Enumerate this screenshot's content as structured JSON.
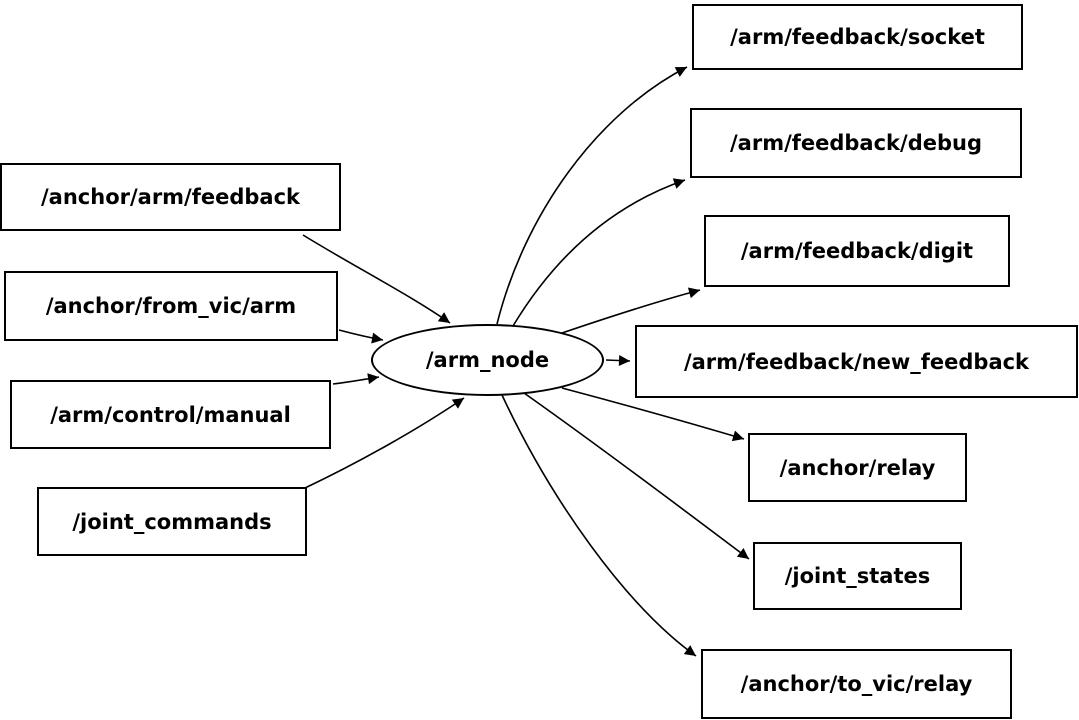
{
  "graph": {
    "center_node": {
      "label": "/arm_node",
      "shape": "ellipse"
    },
    "inputs": [
      {
        "label": "/anchor/arm/feedback"
      },
      {
        "label": "/anchor/from_vic/arm"
      },
      {
        "label": "/arm/control/manual"
      },
      {
        "label": "/joint_commands"
      }
    ],
    "outputs": [
      {
        "label": "/arm/feedback/socket"
      },
      {
        "label": "/arm/feedback/debug"
      },
      {
        "label": "/arm/feedback/digit"
      },
      {
        "label": "/arm/feedback/new_feedback"
      },
      {
        "label": "/anchor/relay"
      },
      {
        "label": "/joint_states"
      },
      {
        "label": "/anchor/to_vic/relay"
      }
    ],
    "edges": [
      {
        "from": "/anchor/arm/feedback",
        "to": "/arm_node"
      },
      {
        "from": "/anchor/from_vic/arm",
        "to": "/arm_node"
      },
      {
        "from": "/arm/control/manual",
        "to": "/arm_node"
      },
      {
        "from": "/joint_commands",
        "to": "/arm_node"
      },
      {
        "from": "/arm_node",
        "to": "/arm/feedback/socket"
      },
      {
        "from": "/arm_node",
        "to": "/arm/feedback/debug"
      },
      {
        "from": "/arm_node",
        "to": "/arm/feedback/digit"
      },
      {
        "from": "/arm_node",
        "to": "/arm/feedback/new_feedback"
      },
      {
        "from": "/arm_node",
        "to": "/anchor/relay"
      },
      {
        "from": "/arm_node",
        "to": "/joint_states"
      },
      {
        "from": "/arm_node",
        "to": "/anchor/to_vic/relay"
      }
    ],
    "colors": {
      "background": "#ffffff",
      "stroke": "#000000",
      "node_fill": "#ffffff",
      "text": "#000000"
    }
  }
}
